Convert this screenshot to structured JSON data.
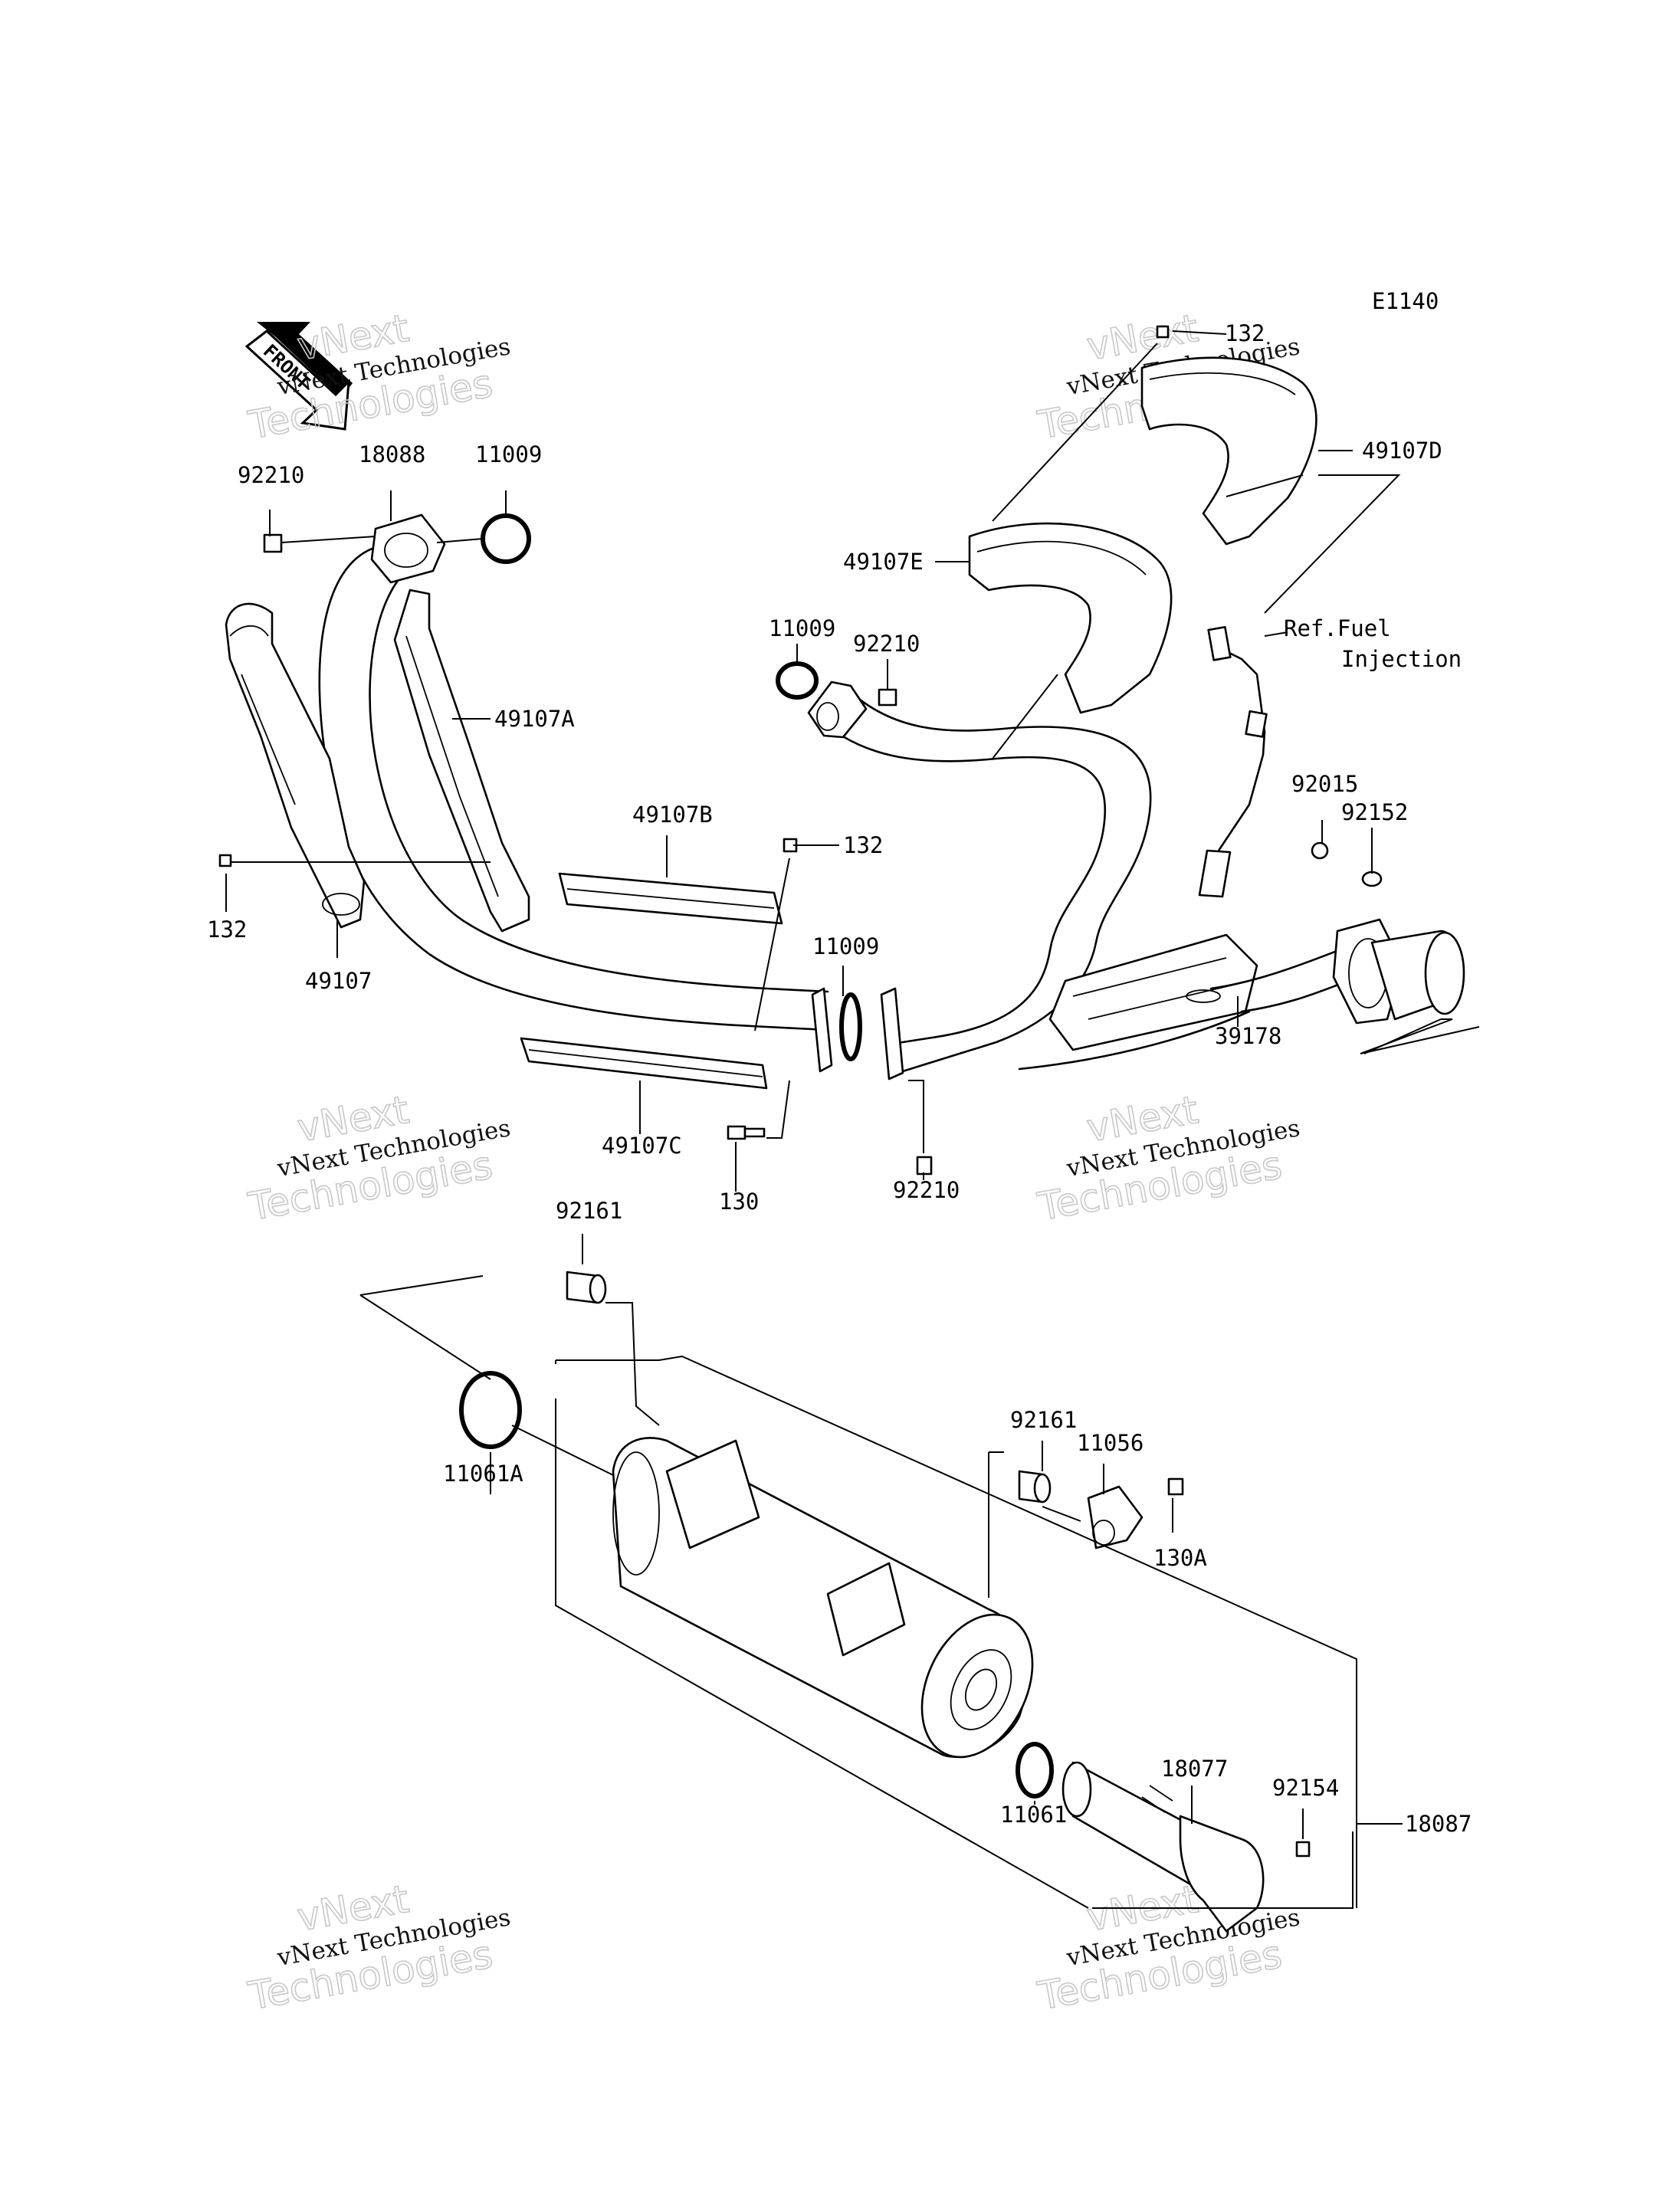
{
  "diagram_code": "E1140",
  "front_label": "FRONT",
  "watermark": {
    "line1": "vNext",
    "line2": "vNext Technologies",
    "line3": "Technologies"
  },
  "reference": {
    "line1": "Ref.Fuel",
    "line2": "Injection"
  },
  "parts": {
    "p_132_top": "132",
    "p_49107D": "49107D",
    "p_49107E": "49107E",
    "p_92210_a": "92210",
    "p_18088": "18088",
    "p_11009_a": "11009",
    "p_11009_b": "11009",
    "p_92210_b": "92210",
    "p_49107A": "49107A",
    "p_49107B": "49107B",
    "p_132_mid": "132",
    "p_132_left": "132",
    "p_49107": "49107",
    "p_11009_c": "11009",
    "p_92015": "92015",
    "p_92152": "92152",
    "p_39178": "39178",
    "p_49107C": "49107C",
    "p_130": "130",
    "p_92210_c": "92210",
    "p_92161_a": "92161",
    "p_92161_b": "92161",
    "p_11056": "11056",
    "p_130A": "130A",
    "p_11061A": "11061A",
    "p_18077": "18077",
    "p_92154": "92154",
    "p_11061": "11061",
    "p_18087": "18087"
  }
}
